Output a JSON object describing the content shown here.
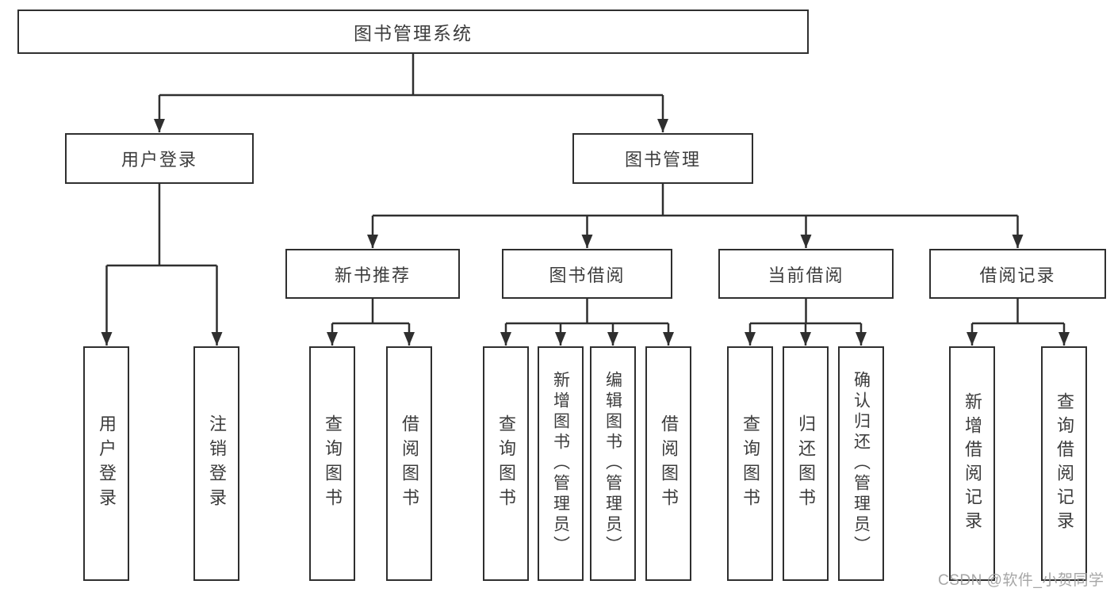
{
  "diagram": {
    "type": "tree",
    "title": "图书管理系统",
    "watermark": "CSDN @软件_小贺同学",
    "colors": {
      "line": "#2f2f2f",
      "border": "#2f2f2f",
      "text": "#3c3c3c",
      "watermark": "#9e9e9e",
      "background": "#ffffff"
    },
    "nodes": {
      "root": {
        "label": "图书管理系统"
      },
      "user_login": {
        "label": "用户登录"
      },
      "book_mgmt": {
        "label": "图书管理"
      },
      "new_book_rec": {
        "label": "新书推荐"
      },
      "book_borrow": {
        "label": "图书借阅"
      },
      "current_borrow": {
        "label": "当前借阅"
      },
      "borrow_records": {
        "label": "借阅记录"
      },
      "leaf_user_login": {
        "label": "用户登录"
      },
      "leaf_logout": {
        "label": "注销登录"
      },
      "leaf_query_book_1": {
        "label": "查询图书"
      },
      "leaf_borrow_book_1": {
        "label": "借阅图书"
      },
      "leaf_query_book_2": {
        "label": "查询图书"
      },
      "leaf_add_book": {
        "label": "新增图书（管理员）"
      },
      "leaf_edit_book": {
        "label": "编辑图书（管理员）"
      },
      "leaf_borrow_book_2": {
        "label": "借阅图书"
      },
      "leaf_query_book_3": {
        "label": "查询图书"
      },
      "leaf_return_book": {
        "label": "归还图书"
      },
      "leaf_confirm_return": {
        "label": "确认归还（管理员）"
      },
      "leaf_add_record": {
        "label": "新增借阅记录"
      },
      "leaf_query_record": {
        "label": "查询借阅记录"
      }
    },
    "hierarchy": [
      {
        "parent": "图书管理系统",
        "children": [
          "用户登录",
          "图书管理"
        ]
      },
      {
        "parent": "用户登录",
        "children": [
          "用户登录",
          "注销登录"
        ]
      },
      {
        "parent": "图书管理",
        "children": [
          "新书推荐",
          "图书借阅",
          "当前借阅",
          "借阅记录"
        ]
      },
      {
        "parent": "新书推荐",
        "children": [
          "查询图书",
          "借阅图书"
        ]
      },
      {
        "parent": "图书借阅",
        "children": [
          "查询图书",
          "新增图书（管理员）",
          "编辑图书（管理员）",
          "借阅图书"
        ]
      },
      {
        "parent": "当前借阅",
        "children": [
          "查询图书",
          "归还图书",
          "确认归还（管理员）"
        ]
      },
      {
        "parent": "借阅记录",
        "children": [
          "新增借阅记录",
          "查询借阅记录"
        ]
      }
    ]
  }
}
